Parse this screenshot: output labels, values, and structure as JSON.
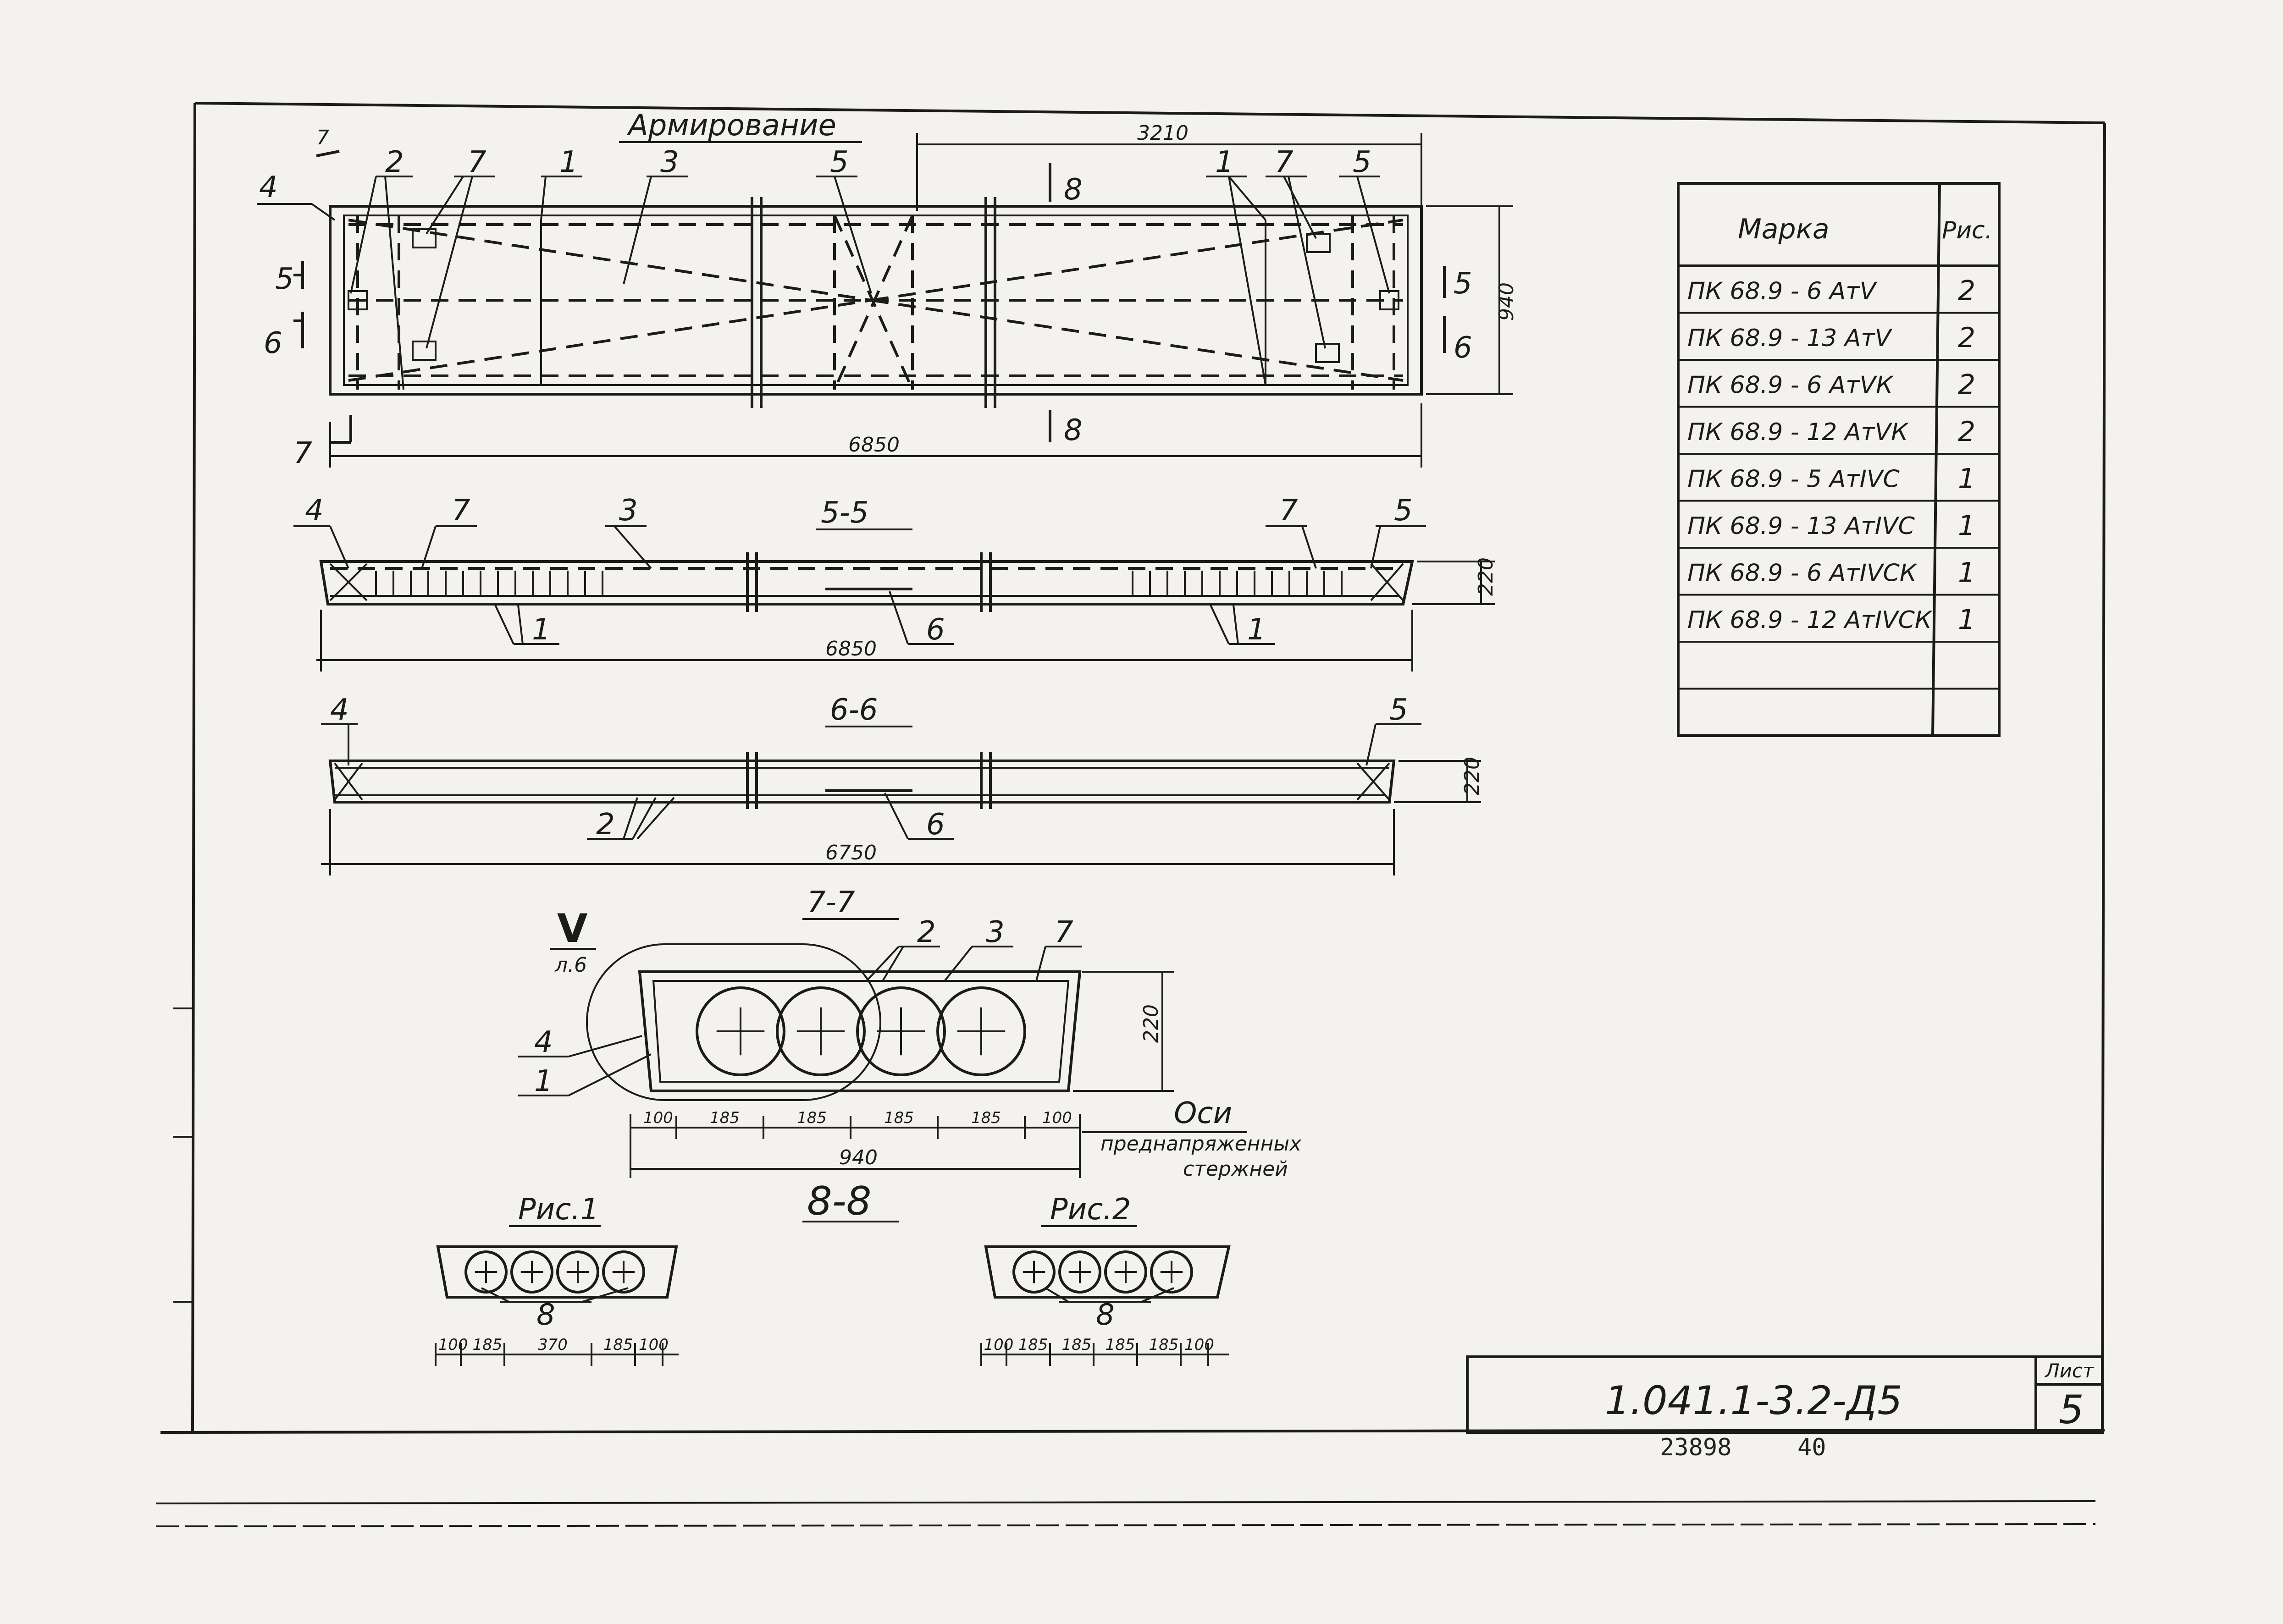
{
  "heading": "Армирование",
  "plan": {
    "dim_top": "3210",
    "dim_side": "940",
    "dim_bottom": "6850",
    "cut_labels": {
      "c5": "5",
      "c6": "6",
      "c7": "7",
      "c8": "8"
    },
    "callouts": [
      "4",
      "2",
      "7",
      "1",
      "3",
      "5",
      "1",
      "7",
      "5"
    ]
  },
  "sec55": {
    "title": "5-5",
    "callouts": [
      "4",
      "7",
      "3",
      "7",
      "5",
      "1",
      "6",
      "1"
    ],
    "height": "220",
    "length": "6850"
  },
  "sec66": {
    "title": "6-6",
    "callouts": [
      "4",
      "2",
      "6",
      "5"
    ],
    "height": "220",
    "length": "6750"
  },
  "sec77": {
    "title": "7-7",
    "detail_mark": "V",
    "detail_sheet": "л.6",
    "callouts": [
      "2",
      "3",
      "7",
      "4",
      "1"
    ],
    "height": "220",
    "widths": [
      "100",
      "185",
      "185",
      "185",
      "185",
      "100"
    ],
    "total": "940",
    "note_line1": "Оси",
    "note_line2": "преднапряженных",
    "note_line3": "стержней"
  },
  "sec88": {
    "title": "8-8"
  },
  "fig1": {
    "title": "Рис.1",
    "callout": "8",
    "dims": [
      "100",
      "185",
      "370",
      "185",
      "100"
    ]
  },
  "fig2": {
    "title": "Рис.2",
    "callout": "8",
    "dims": [
      "100",
      "185",
      "185",
      "185",
      "185",
      "100"
    ]
  },
  "table": {
    "header_mark": "Марка",
    "header_fig": "Рис.",
    "rows": [
      {
        "mark": "ПК 68.9 - 6 АтV",
        "fig": "2"
      },
      {
        "mark": "ПК 68.9 - 13 АтV",
        "fig": "2"
      },
      {
        "mark": "ПК 68.9 - 6 АтVК",
        "fig": "2"
      },
      {
        "mark": "ПК 68.9 - 12 АтVК",
        "fig": "2"
      },
      {
        "mark": "ПК 68.9 - 5 АтIVС",
        "fig": "1"
      },
      {
        "mark": "ПК 68.9 - 13 АтIVС",
        "fig": "1"
      },
      {
        "mark": "ПК 68.9 - 6 АтIVСК",
        "fig": "1"
      },
      {
        "mark": "ПК 68.9 - 12 АтIVСК",
        "fig": "1"
      },
      {
        "mark": "",
        "fig": ""
      },
      {
        "mark": "",
        "fig": ""
      }
    ]
  },
  "title_block": {
    "code": "1.041.1-3.2-Д5",
    "sheet_label": "Лист",
    "sheet_no": "5"
  },
  "stamp": {
    "left": "23898",
    "right": "40"
  }
}
